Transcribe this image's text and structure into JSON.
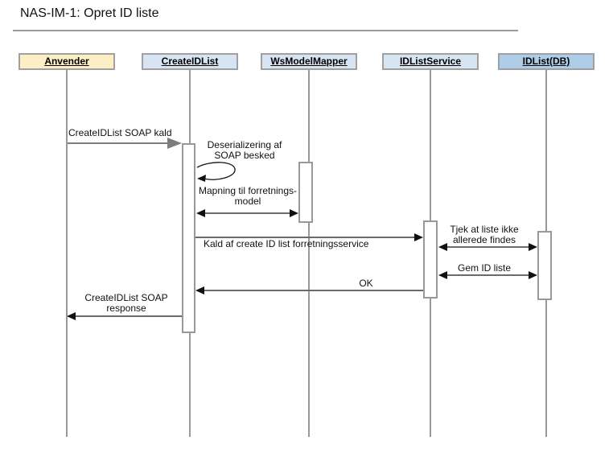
{
  "title": "NAS-IM-1: Opret ID liste",
  "diagram_type": "uml-sequence-diagram",
  "colors": {
    "actor_fill": "#fcefc6",
    "object_fill": "#d7e4f1",
    "database_fill": "#aecde8",
    "box_border": "#a0a0a0",
    "lifeline": "#999999",
    "message_line": "#6b6b6b",
    "call_arrow": "#7d7d7d",
    "arrowhead": "#111111"
  },
  "lifelines": [
    {
      "label": "Anvender",
      "kind": "actor",
      "fill": "#fcefc6"
    },
    {
      "label": "CreateIDList",
      "kind": "object",
      "fill": "#d7e4f1"
    },
    {
      "label": "WsModelMapper",
      "kind": "object",
      "fill": "#d7e4f1"
    },
    {
      "label": "IDListService",
      "kind": "object",
      "fill": "#d7e4f1"
    },
    {
      "label": "IDList(DB)",
      "kind": "database",
      "fill": "#aecde8"
    }
  ],
  "messages": [
    {
      "label": "CreateIDList SOAP kald",
      "from": "Anvender",
      "to": "CreateIDList",
      "type": "call"
    },
    {
      "label": "Deserializering af\nSOAP besked",
      "from": "CreateIDList",
      "to": "CreateIDList",
      "type": "self"
    },
    {
      "label": "Mapning til forretnings-\nmodel",
      "from": "CreateIDList",
      "to": "WsModelMapper",
      "type": "bidirectional"
    },
    {
      "label": "Kald af create ID list forretningsservice",
      "from": "CreateIDList",
      "to": "IDListService",
      "type": "call"
    },
    {
      "label": "Tjek at liste ikke\nallerede findes",
      "from": "IDListService",
      "to": "IDList(DB)",
      "type": "bidirectional"
    },
    {
      "label": "Gem ID liste",
      "from": "IDListService",
      "to": "IDList(DB)",
      "type": "bidirectional"
    },
    {
      "label": "OK",
      "from": "IDListService",
      "to": "CreateIDList",
      "type": "return"
    },
    {
      "label": "CreateIDList SOAP\nresponse",
      "from": "CreateIDList",
      "to": "Anvender",
      "type": "return"
    }
  ]
}
